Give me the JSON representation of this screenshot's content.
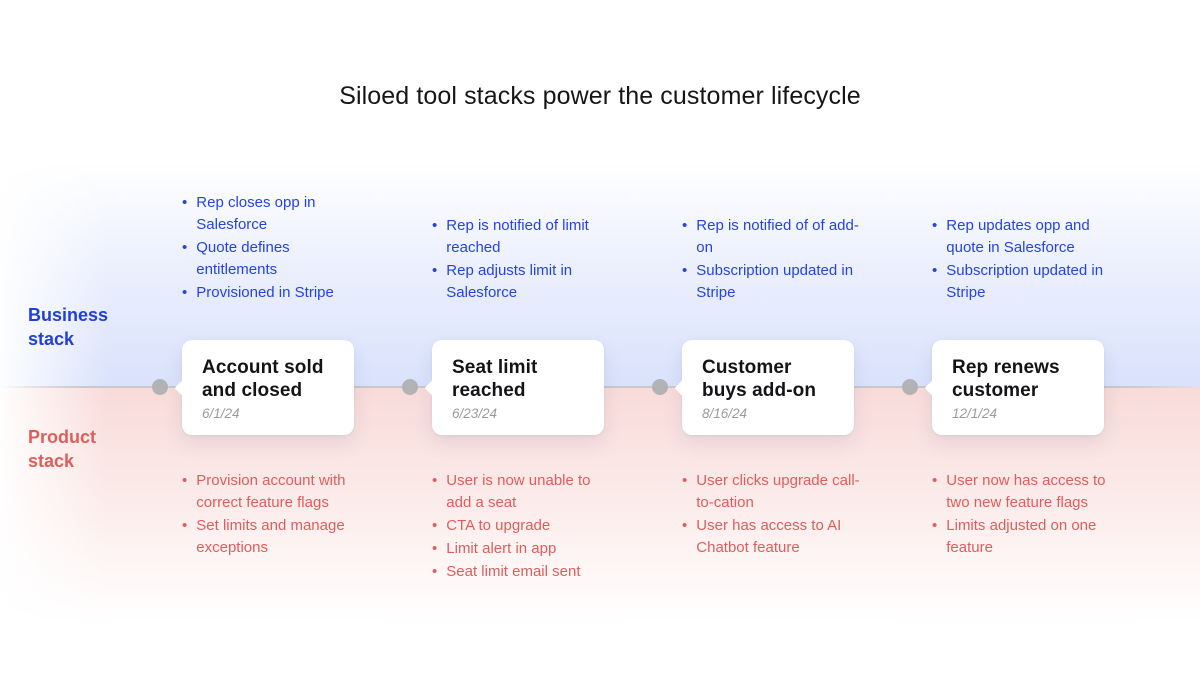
{
  "title": "Siloed tool stacks power the customer lifecycle",
  "labels": {
    "business": "Business stack",
    "product": "Product stack"
  },
  "colors": {
    "business_accent": "#2444e2",
    "product_accent": "#e05d5c",
    "business_band": "#dae2fc",
    "product_band": "#f8dbd9",
    "timeline_line": "#c9c9cb",
    "timeline_dot": "#b3b3b6",
    "card_background": "#ffffff",
    "card_title_text": "#141418",
    "card_date_text": "#9b9b9f"
  },
  "milestones": [
    {
      "title": "Account sold and closed",
      "date": "6/1/24",
      "business_items": [
        "Rep closes opp in Salesforce",
        "Quote defines entitlements",
        "Provisioned in Stripe"
      ],
      "product_items": [
        "Provision account with correct feature flags",
        "Set limits and manage exceptions"
      ]
    },
    {
      "title": "Seat limit reached",
      "date": "6/23/24",
      "business_items": [
        "Rep is notified of limit reached",
        "Rep adjusts limit in Salesforce"
      ],
      "product_items": [
        "User is now unable to add a seat",
        "CTA to upgrade",
        "Limit alert in app",
        "Seat limit email sent"
      ]
    },
    {
      "title": "Customer buys add-on",
      "date": "8/16/24",
      "business_items": [
        "Rep is notified of of add-on",
        "Subscription updated in Stripe"
      ],
      "product_items": [
        "User clicks upgrade call-to-cation",
        "User has access to AI Chatbot feature"
      ]
    },
    {
      "title": "Rep renews customer",
      "date": "12/1/24",
      "business_items": [
        "Rep updates opp and quote in Salesforce",
        "Subscription updated in Stripe"
      ],
      "product_items": [
        "User now has access to two new feature flags",
        "Limits adjusted on one feature"
      ]
    }
  ]
}
